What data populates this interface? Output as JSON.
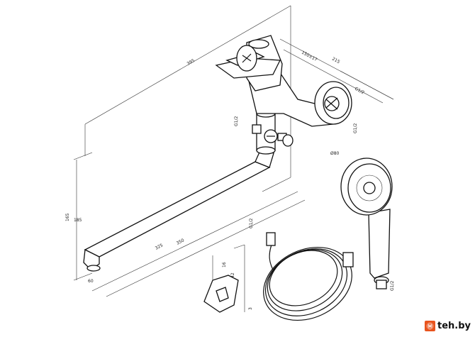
{
  "dimensions": {
    "d395": "395",
    "d215": "215",
    "d150_17": "150±17",
    "d1_2": "G1/2",
    "d165": "165",
    "d325": "325",
    "d350": "350",
    "dG1_2a": "G1/2",
    "dG1_2b": "G1/2",
    "d80": "Ø80",
    "d60": "60",
    "d185": "185",
    "dG1_2c": "G1/2",
    "dG1_2d": "G1/2",
    "d42": "42",
    "d16": "16",
    "d3": "3"
  },
  "watermark": {
    "badge": "Ⓜ",
    "text": "teh.by"
  }
}
